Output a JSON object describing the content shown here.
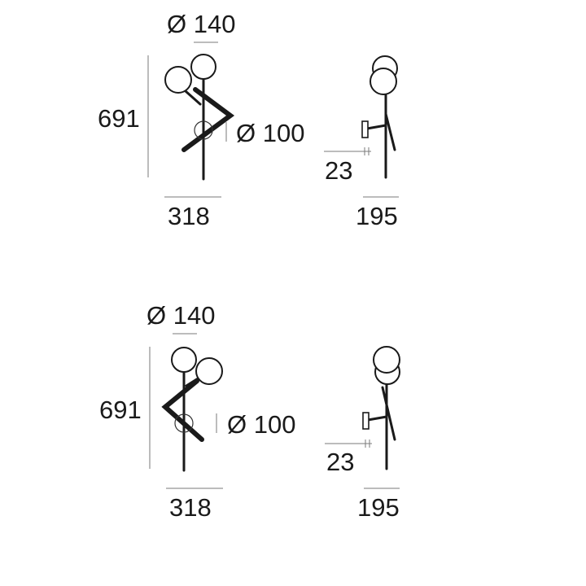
{
  "views": [
    {
      "front": {
        "globe_diameter": "Ø 140",
        "lower_globe_diameter": "Ø 100",
        "height": "691",
        "width": "318"
      },
      "side": {
        "wall_offset": "23",
        "depth": "195"
      }
    },
    {
      "front": {
        "globe_diameter": "Ø 140",
        "lower_globe_diameter": "Ø 100",
        "height": "691",
        "width": "318"
      },
      "side": {
        "wall_offset": "23",
        "depth": "195"
      }
    }
  ]
}
